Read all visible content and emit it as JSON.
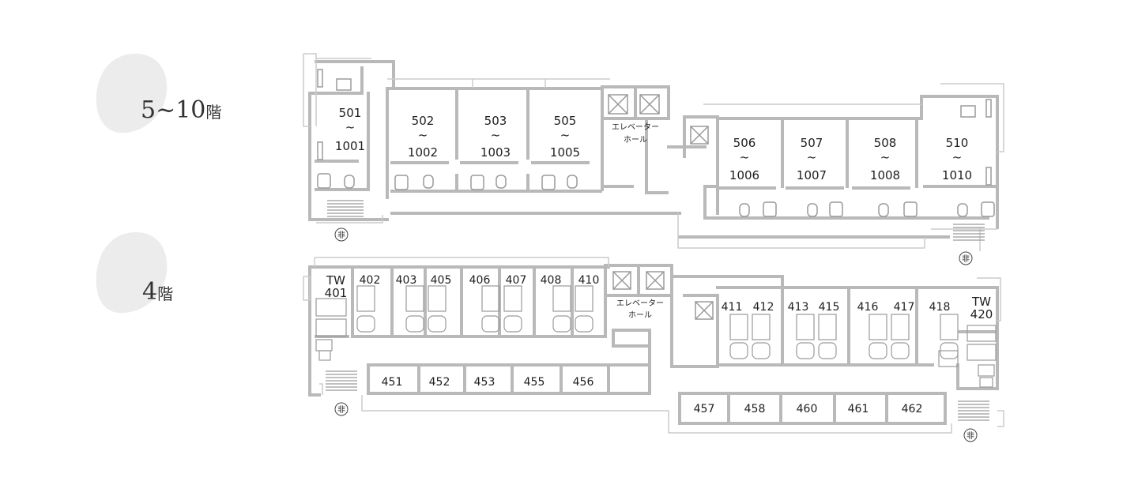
{
  "colors": {
    "wall": "#b9b9b9",
    "thin": "#c8c8c8",
    "fixture": "#9a9a9a",
    "text": "#1e1e1e",
    "blob": "#ececec"
  },
  "floors": {
    "upper": {
      "number": "5~10",
      "unit": "階",
      "rooms": [
        {
          "top": "501",
          "sep": "~",
          "bottom": "1001"
        },
        {
          "top": "502",
          "sep": "~",
          "bottom": "1002"
        },
        {
          "top": "503",
          "sep": "~",
          "bottom": "1003"
        },
        {
          "top": "505",
          "sep": "~",
          "bottom": "1005"
        },
        {
          "top": "506",
          "sep": "~",
          "bottom": "1006"
        },
        {
          "top": "507",
          "sep": "~",
          "bottom": "1007"
        },
        {
          "top": "508",
          "sep": "~",
          "bottom": "1008"
        },
        {
          "top": "510",
          "sep": "~",
          "bottom": "1010"
        }
      ],
      "elevator_hall": [
        "エレベーター",
        "ホール"
      ],
      "emergency": [
        "非",
        "非"
      ]
    },
    "lower": {
      "number": "4",
      "unit": "階",
      "twin_rooms": [
        {
          "line1": "TW",
          "line2": "401"
        },
        {
          "line1": "TW",
          "line2": "420"
        }
      ],
      "rooms_north": [
        "402",
        "403",
        "405",
        "406",
        "407",
        "408",
        "410",
        "411",
        "412",
        "413",
        "415",
        "416",
        "417",
        "418"
      ],
      "rooms_south": [
        "451",
        "452",
        "453",
        "455",
        "456",
        "457",
        "458",
        "460",
        "461",
        "462"
      ],
      "elevator_hall": [
        "エレベーター",
        "ホール"
      ],
      "emergency": [
        "非",
        "非"
      ]
    }
  }
}
